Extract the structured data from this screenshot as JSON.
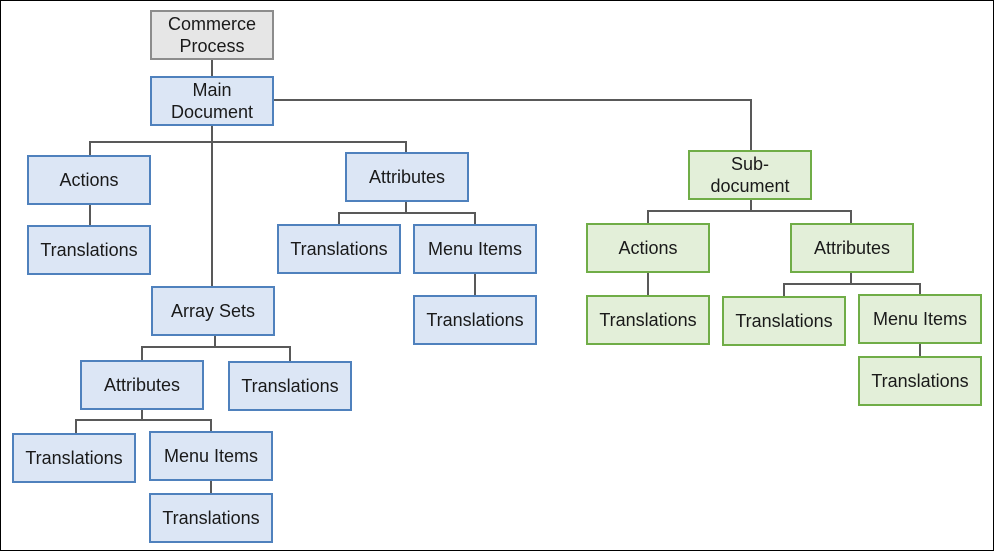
{
  "colors": {
    "root_fill": "#e6e6e6",
    "root_border": "#8c8c8c",
    "main_fill": "#dce6f5",
    "main_border": "#4f81bd",
    "sub_fill": "#e3efd9",
    "sub_border": "#70ad47",
    "connector": "#595959"
  },
  "nodes": {
    "commerce_process": "Commerce\nProcess",
    "main_document": "Main\nDocument",
    "main_actions": "Actions",
    "main_actions_translations": "Translations",
    "main_attributes": "Attributes",
    "main_attributes_translations": "Translations",
    "main_menu_items": "Menu Items",
    "main_menu_items_translations": "Translations",
    "array_sets": "Array Sets",
    "array_sets_attributes": "Attributes",
    "array_sets_translations": "Translations",
    "array_sets_attributes_translations": "Translations",
    "array_sets_menu_items": "Menu Items",
    "array_sets_menu_items_translations": "Translations",
    "sub_document": "Sub-\ndocument",
    "sub_actions": "Actions",
    "sub_actions_translations": "Translations",
    "sub_attributes": "Attributes",
    "sub_attributes_translations": "Translations",
    "sub_menu_items": "Menu Items",
    "sub_menu_items_translations": "Translations"
  }
}
